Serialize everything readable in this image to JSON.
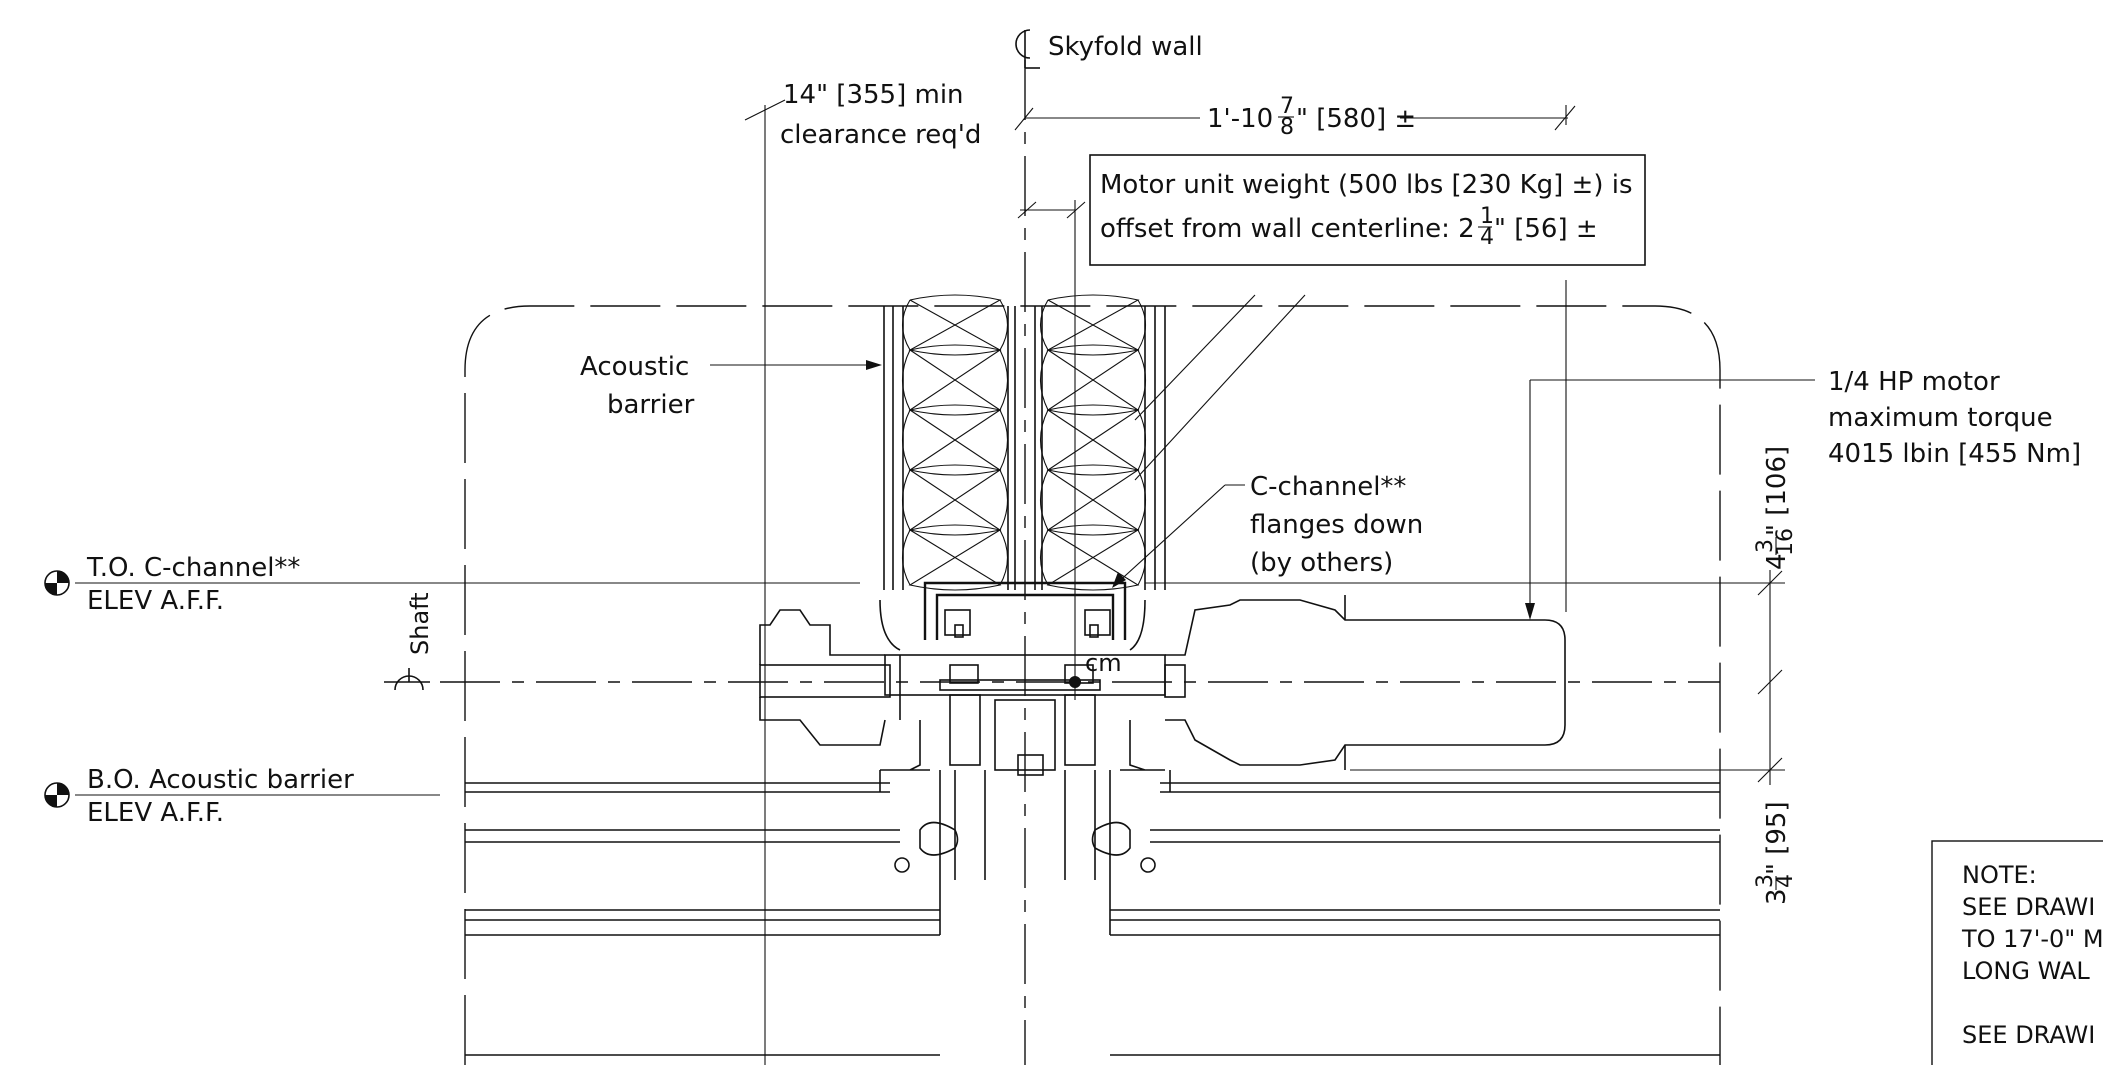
{
  "labels": {
    "cl_skyfold": "Skyfold wall",
    "clearance_line1": "14\" [355] min",
    "clearance_line2": "clearance req'd",
    "dim_top_prefix": "1'-10",
    "dim_top_num": "7",
    "dim_top_den": "8",
    "dim_top_suffix": "\" [580] ±",
    "motor_weight_line1": "Motor unit weight (500 lbs [230 Kg] ±) is",
    "motor_weight_line2_prefix": "offset from wall centerline: 2",
    "motor_weight_num": "1",
    "motor_weight_den": "4",
    "motor_weight_line2_suffix": "\" [56] ±",
    "acoustic_line1": "Acoustic",
    "acoustic_line2": "barrier",
    "motor_line1": "1/4 HP motor",
    "motor_line2": "maximum torque",
    "motor_line3": "4015 lbin [455 Nm]",
    "cchannel_line1": "C-channel**",
    "cchannel_line2": "flanges down",
    "cchannel_line3": "(by others)",
    "to_cchannel_line1": "T.O. C-channel**",
    "to_cchannel_line2": "ELEV A.F.F.",
    "bo_acoustic_line1": "B.O. Acoustic barrier",
    "bo_acoustic_line2": "ELEV A.F.F.",
    "cl_shaft": "Shaft",
    "cm": "cm",
    "dim_right_upper_prefix": "4",
    "dim_right_upper_num": "3",
    "dim_right_upper_den": "16",
    "dim_right_upper_suffix": "\" [106]",
    "dim_right_lower_prefix": "3",
    "dim_right_lower_num": "3",
    "dim_right_lower_den": "4",
    "dim_right_lower_suffix": "\" [95]"
  },
  "note": {
    "title": "NOTE:",
    "line1": "SEE DRAWI",
    "line2": "TO 17'-0\" M",
    "line3": "LONG WAL",
    "line4": "SEE DRAWI"
  }
}
